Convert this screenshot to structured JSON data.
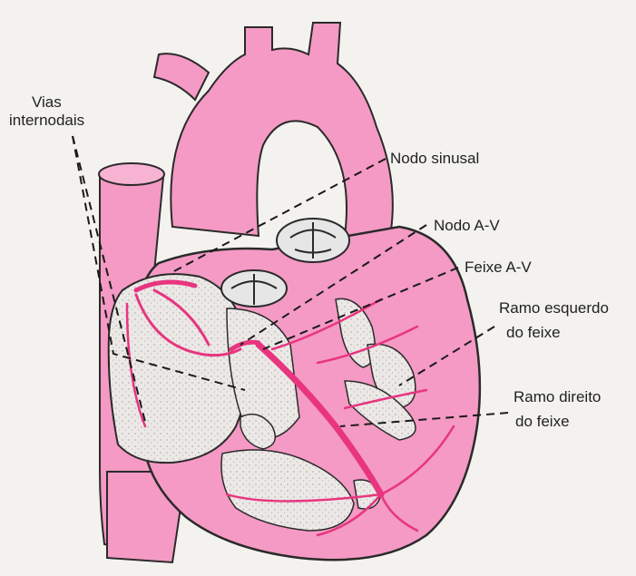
{
  "labels": {
    "vias_line1": "Vias",
    "vias_line2": "internodais",
    "nodo_sinusal": "Nodo sinusal",
    "nodo_av": "Nodo A-V",
    "feixe_av": "Feixe A-V",
    "ramo_esquerdo_line1": "Ramo esquerdo",
    "ramo_esquerdo_line2": "do feixe",
    "ramo_direito_line1": "Ramo direito",
    "ramo_direito_line2": "do feixe"
  },
  "colors": {
    "heart_pink": "#f49ac4",
    "conduction_pink": "#e8357f",
    "chamber": "#ebe8e6",
    "outline": "#2a2a2a",
    "background": "#f3f2ef"
  }
}
